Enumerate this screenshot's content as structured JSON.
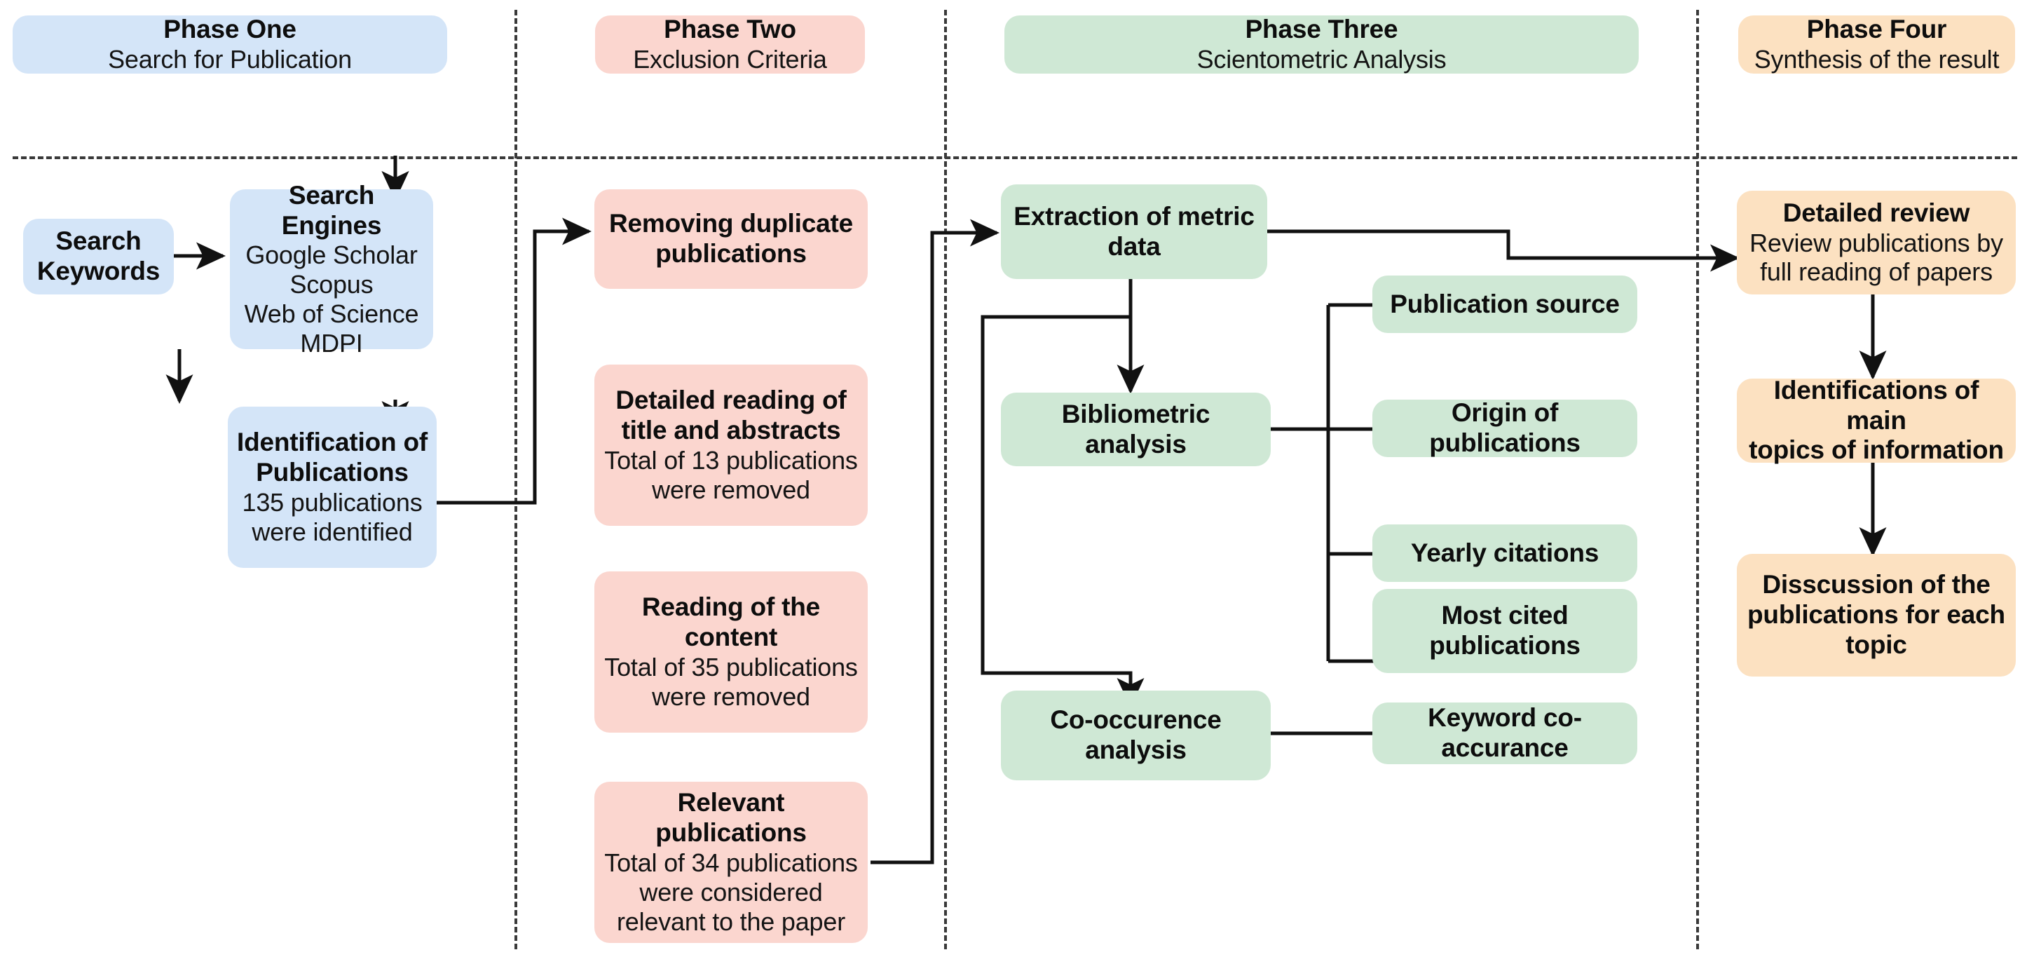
{
  "diagram": {
    "title": "Four-phase systematic literature review methodology flowchart",
    "colors": {
      "phase_one": "#d4e5f8",
      "phase_two": "#fbd6cf",
      "phase_three": "#cfe8d5",
      "phase_four": "#fce1c1",
      "connector": "#1a1a1a",
      "divider": "#3a3a3a"
    },
    "phase_headers": [
      {
        "title": "Phase One",
        "subtitle": "Search for Publication"
      },
      {
        "title": "Phase Two",
        "subtitle": "Exclusion Criteria"
      },
      {
        "title": "Phase Three",
        "subtitle": "Scientometric Analysis"
      },
      {
        "title": "Phase Four",
        "subtitle": "Synthesis of the result"
      }
    ],
    "phase_one_nodes": [
      {
        "title": "Search\nKeywords",
        "subtitle": ""
      },
      {
        "title": "Search Engines",
        "subtitle": "Google Scholar\nScopus\nWeb of Science\nMDPI"
      },
      {
        "title": "Identification of\nPublications",
        "subtitle": "135 publications\nwere identified"
      }
    ],
    "phase_two_nodes": [
      {
        "title": "Removing duplicate\npublications",
        "subtitle": ""
      },
      {
        "title": "Detailed reading of\ntitle and abstracts",
        "subtitle": "Total of 13 publications\nwere removed"
      },
      {
        "title": "Reading of the\ncontent",
        "subtitle": "Total of 35 publications\nwere removed"
      },
      {
        "title": "Relevant publications",
        "subtitle": "Total of 34 publications\nwere considered\nrelevant to the paper"
      }
    ],
    "phase_three_main_nodes": [
      {
        "title": "Extraction of metric\ndata",
        "subtitle": ""
      },
      {
        "title": "Bibliometric analysis",
        "subtitle": ""
      },
      {
        "title": "Co-occurence\nanalysis",
        "subtitle": ""
      }
    ],
    "phase_three_bibliometric_children": [
      {
        "title": "Publication source",
        "subtitle": ""
      },
      {
        "title": "Origin of publications",
        "subtitle": ""
      },
      {
        "title": "Yearly citations",
        "subtitle": ""
      },
      {
        "title": "Most cited\npublications",
        "subtitle": ""
      }
    ],
    "phase_three_cooccurrence_children": [
      {
        "title": "Keyword co-\naccurance",
        "subtitle": ""
      }
    ],
    "phase_four_nodes": [
      {
        "title": "Detailed review",
        "subtitle": "Review publications by\nfull reading of papers"
      },
      {
        "title": "Identifications of main\ntopics of information",
        "subtitle": ""
      },
      {
        "title": "Disscussion of the\npublications for each\ntopic",
        "subtitle": ""
      }
    ]
  }
}
